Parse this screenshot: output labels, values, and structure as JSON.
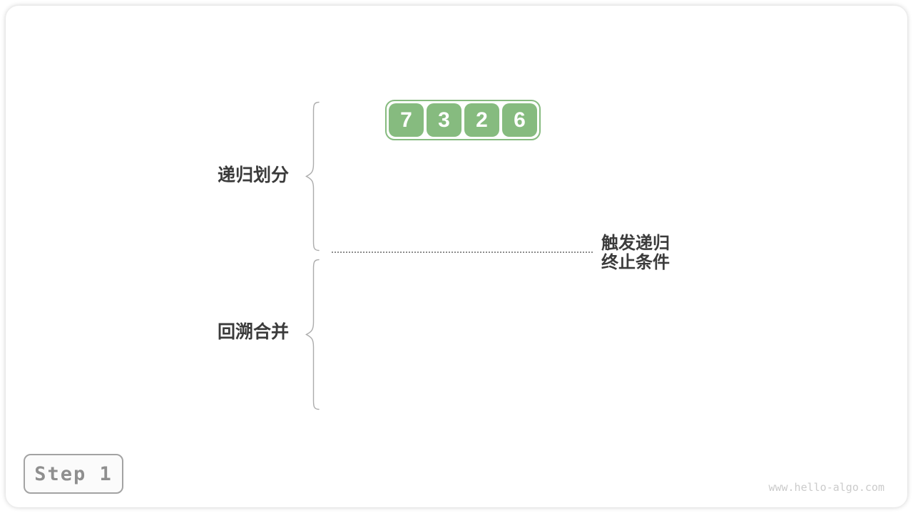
{
  "diagram": {
    "array": {
      "values": [
        "7",
        "3",
        "2",
        "6"
      ]
    },
    "labels": {
      "divide": "递归划分",
      "merge": "回溯合并",
      "termination_line1": "触发递归",
      "termination_line2": "终止条件"
    },
    "step_badge": {
      "label": "Step 1"
    },
    "watermark": "www.hello-algo.com",
    "icons": {
      "divide_brace": "curly-brace-icon",
      "merge_brace": "curly-brace-icon"
    },
    "colors": {
      "accent_green": "#86BB7F",
      "label_text": "#3B3B3B",
      "brace_gray": "#ABABAB",
      "dotted_line_gray": "#8C8C8C",
      "badge_border": "#A3A3A3",
      "badge_text": "#8F8F8F",
      "watermark_gray": "#CBCBCB"
    }
  }
}
